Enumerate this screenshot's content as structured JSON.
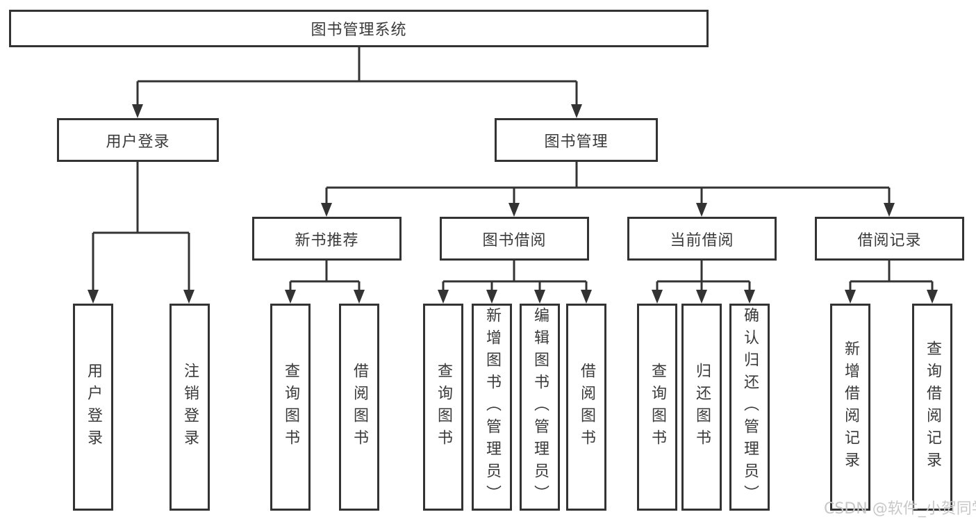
{
  "colors": {
    "line": "#333333",
    "box_border": "#333333",
    "text": "#3a3a3a",
    "watermark": "#c8c8c8",
    "background": "#ffffff"
  },
  "watermark": {
    "text": "CSDN @软件_小贺同学"
  },
  "tree": {
    "root": {
      "label": "图书管理系统"
    },
    "login": {
      "label": "用户登录",
      "children": [
        {
          "label": "用户登录"
        },
        {
          "label": "注销登录"
        }
      ]
    },
    "management": {
      "label": "图书管理",
      "groups": [
        {
          "label": "新书推荐",
          "children": [
            {
              "label": "查询图书"
            },
            {
              "label": "借阅图书"
            }
          ]
        },
        {
          "label": "图书借阅",
          "children": [
            {
              "label": "查询图书"
            },
            {
              "label": "新增图书（管理员）"
            },
            {
              "label": "编辑图书（管理员）"
            },
            {
              "label": "借阅图书"
            }
          ]
        },
        {
          "label": "当前借阅",
          "children": [
            {
              "label": "查询图书"
            },
            {
              "label": "归还图书"
            },
            {
              "label": "确认归还（管理员）"
            }
          ]
        },
        {
          "label": "借阅记录",
          "children": [
            {
              "label": "新增借阅记录"
            },
            {
              "label": "查询借阅记录"
            }
          ]
        }
      ]
    }
  }
}
